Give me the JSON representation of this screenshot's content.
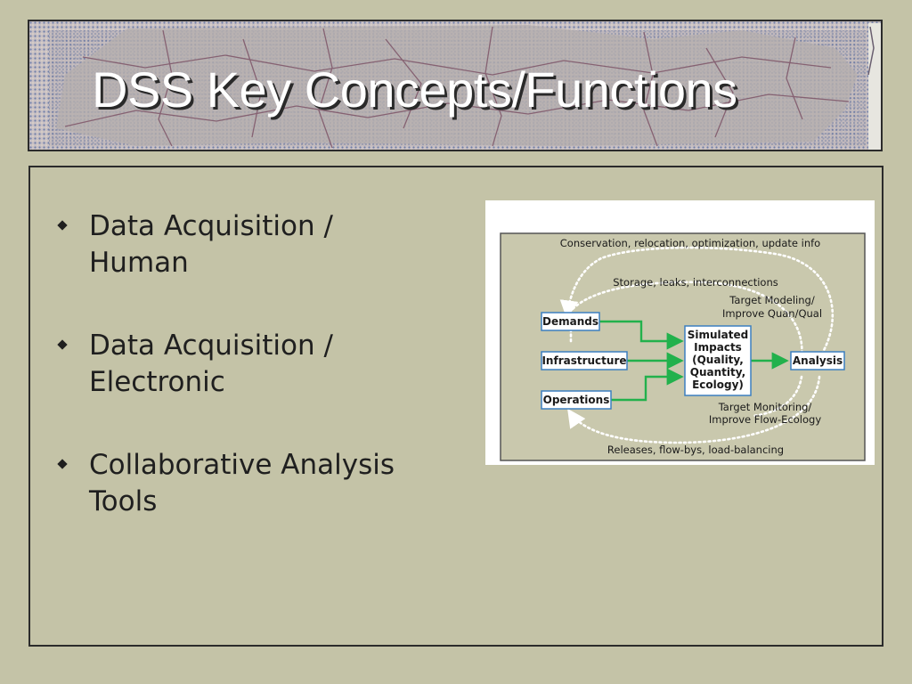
{
  "title": "DSS Key Concepts/Functions",
  "bullets": [
    {
      "line1": "Data Acquisition /",
      "line2": "Human"
    },
    {
      "line1": "Data Acquisition /",
      "line2": "Electronic"
    },
    {
      "line1": "Collaborative Analysis",
      "line2": "Tools"
    }
  ],
  "diagram": {
    "top_loop_label": "Conservation, relocation, optimization, update info",
    "inner_loop_label": "Storage, leaks, interconnections",
    "target_modeling": [
      "Target Modeling/",
      "Improve Quan/Qual"
    ],
    "target_monitoring": [
      "Target Monitoring/",
      "Improve Flow-Ecology"
    ],
    "bottom_loop_label": "Releases, flow-bys, load-balancing",
    "inputs": [
      "Demands",
      "Infrastructure",
      "Operations"
    ],
    "center_box": [
      "Simulated",
      "Impacts",
      "(Quality,",
      "Quantity,",
      "Ecology)"
    ],
    "output": "Analysis"
  },
  "colors": {
    "background": "#c4c3a7",
    "title_text": "#ffffff",
    "arrow_green": "#22b14c",
    "box_border": "#3c7fc0",
    "diagram_bg": "#c9c8ad"
  }
}
